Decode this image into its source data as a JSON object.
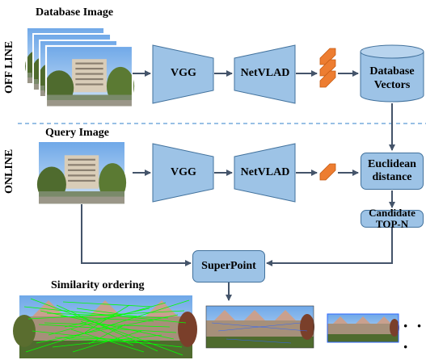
{
  "labels": {
    "db_image": "Database Image",
    "query_image": "Query Image",
    "similarity": "Similarity ordering",
    "offline": "OFF LINE",
    "online": "ONLINE",
    "vgg_top": "VGG",
    "netvlad_top": "NetVLAD",
    "vgg_bottom": "VGG",
    "netvlad_bottom": "NetVLAD",
    "db_vectors": "Database Vectors",
    "euclidean": "Euclidean distance",
    "candidate": "Candidate TOP-N",
    "superpoint": "SuperPoint",
    "ellipsis": "· · ·"
  },
  "colors": {
    "block_fill": "#9dc3e6",
    "block_stroke": "#41719c",
    "arrow": "#44546a",
    "feature": "#ed7d31",
    "separator": "#5b9bd5",
    "match_lines": "#00ff00"
  }
}
